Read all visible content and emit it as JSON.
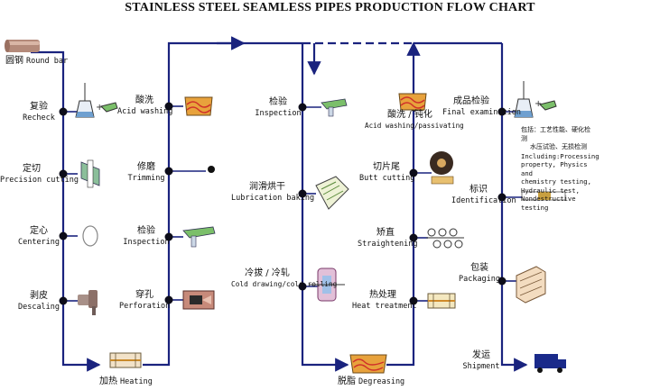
{
  "title": "STAINLESS STEEL SEAMLESS PIPES PRODUCTION FLOW CHART",
  "steps": {
    "round_bar": {
      "zh": "圆钢",
      "en": "Round bar"
    },
    "recheck": {
      "zh": "复验",
      "en": "Recheck"
    },
    "precision_cutting": {
      "zh": "定切",
      "en": "Precision cutting"
    },
    "centering": {
      "zh": "定心",
      "en": "Centering"
    },
    "descaling": {
      "zh": "剥皮",
      "en": "Descaling"
    },
    "heating": {
      "zh": "加热",
      "en": "Heating"
    },
    "acid_washing": {
      "zh": "酸洗",
      "en": "Acid washing"
    },
    "trimming": {
      "zh": "修磨",
      "en": "Trimming"
    },
    "inspection_1": {
      "zh": "检验",
      "en": "Inspection"
    },
    "perforation": {
      "zh": "穿孔",
      "en": "Perforation"
    },
    "inspection_2": {
      "zh": "检验",
      "en": "Inspection"
    },
    "lubrication_baking": {
      "zh": "润滑烘干",
      "en": "Lubrication baking"
    },
    "cold_drawing": {
      "zh": "冷拔 / 冷轧",
      "en": "Cold drawing/cold rolling"
    },
    "degreasing": {
      "zh": "脱脂",
      "en": "Degreasing"
    },
    "acid_passivating": {
      "zh": "酸洗 / 钝化",
      "en": "Acid washing/passivating"
    },
    "butt_cutting": {
      "zh": "切片尾",
      "en": "Butt cutting"
    },
    "straightening": {
      "zh": "矫直",
      "en": "Straightening"
    },
    "heat_treatment": {
      "zh": "热处理",
      "en": "Heat treatment"
    },
    "final_examination": {
      "zh": "成品检验",
      "en": "Final examination"
    },
    "identification": {
      "zh": "标识",
      "en": "Identification"
    },
    "packaging": {
      "zh": "包装",
      "en": "Packaging"
    },
    "shipment": {
      "zh": "发运",
      "en": "Shipment"
    }
  },
  "final_details": {
    "zh_1": "包括：工艺性能、硬化检测",
    "zh_2": "水压试验、无损检测",
    "en_1": "Including:Processing",
    "en_2": "property, Physics and",
    "en_3": "chemistry testing,",
    "en_4": "Hydraulic test,",
    "en_5": "Nondestructive testing"
  },
  "colors": {
    "line": "#1a237e",
    "node": "#0d0d1a",
    "text": "#111111"
  },
  "icons": {
    "round_bar": "steel-bar-icon",
    "recheck": "lab-flask-icon",
    "precision_cutting": "saw-cutter-icon",
    "centering": "ring-icon",
    "descaling": "pipe-icon",
    "heating": "furnace-icon",
    "acid_washing": "acid-tank-icon",
    "trimming": "grinder-icon",
    "inspection_1": "caliper-icon",
    "perforation": "piercing-mill-icon",
    "inspection_2": "caliper-icon",
    "lubrication_baking": "bath-icon",
    "cold_drawing": "roll-mill-icon",
    "degreasing": "tank-icon",
    "acid_passivating": "acid-tank-icon",
    "butt_cutting": "cutting-disc-icon",
    "straightening": "rollers-icon",
    "heat_treatment": "furnace-icon",
    "final_examination": "lab-flask-icon",
    "identification": "marking-icon",
    "packaging": "crate-icon",
    "shipment": "truck-icon"
  }
}
